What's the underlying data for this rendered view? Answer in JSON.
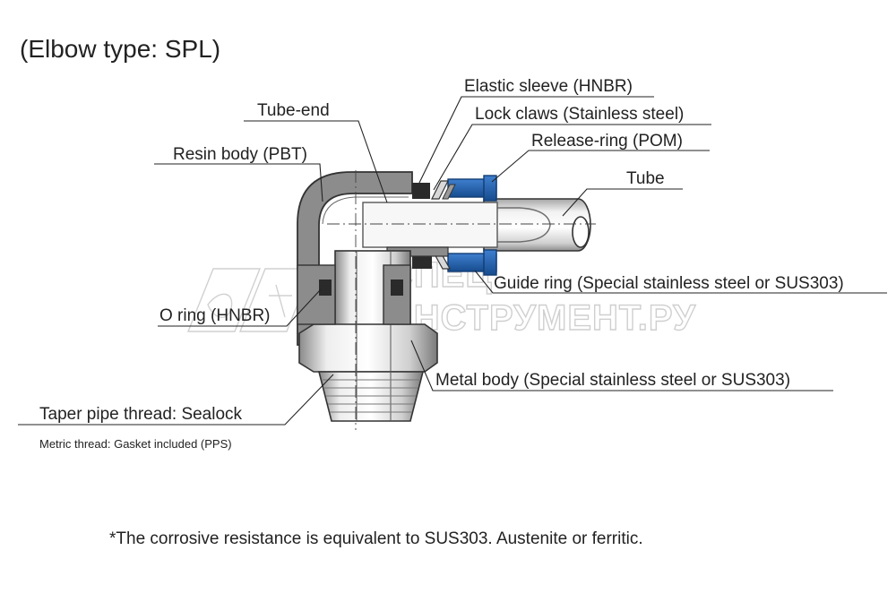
{
  "title": "(Elbow type: SPL)",
  "labels": {
    "elastic_sleeve": "Elastic sleeve (HNBR)",
    "lock_claws": "Lock claws (Stainless steel)",
    "release_ring": "Release-ring (POM)",
    "tube_end": "Tube-end",
    "resin_body": "Resin body (PBT)",
    "tube": "Tube",
    "guide_ring": "Guide ring (Special stainless steel or SUS303)",
    "o_ring": "O ring (HNBR)",
    "metal_body": "Metal body (Special stainless steel or SUS303)",
    "taper_thread": "Taper pipe thread:  Sealock",
    "metric_thread": "Metric thread: Gasket included (PPS)"
  },
  "note": "*The corrosive resistance is equivalent to SUS303. Austenite or ferritic.",
  "watermark": {
    "line1": "СПЕЦ",
    "line2": "ИНСТРУМЕНТ.РУ"
  },
  "colors": {
    "resin_body": "#8c8c8c",
    "release_ring": "#1f5fae",
    "metal": "#c9c9c9",
    "seal": "#2a2a2a",
    "leader": "#222222"
  }
}
